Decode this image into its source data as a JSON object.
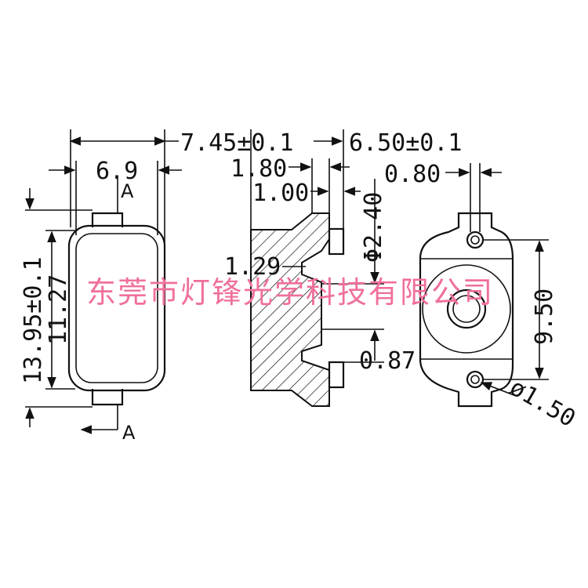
{
  "dimensions": {
    "front_width_outer": "7.45±0.1",
    "front_width_inner": "6.9",
    "front_height_outer": "13.95±0.1",
    "front_height_inner": "11.27",
    "section_depth": "6.50±0.1",
    "section_step_1": "1.80",
    "section_step_2": "1.00",
    "section_pin_dia": "Φ2.40",
    "section_gap": "1.29",
    "section_pin_offset": "0.87",
    "side_pin_width": "0.80",
    "side_hole_spacing": "9.50",
    "side_hole_dia": "ø1.50"
  },
  "section_marks": {
    "top": "A",
    "bottom": "A"
  },
  "watermark": "东莞市灯锋光学科技有限公司",
  "colors": {
    "line": "#111111",
    "watermark": "#f0709a",
    "background": "#ffffff"
  }
}
